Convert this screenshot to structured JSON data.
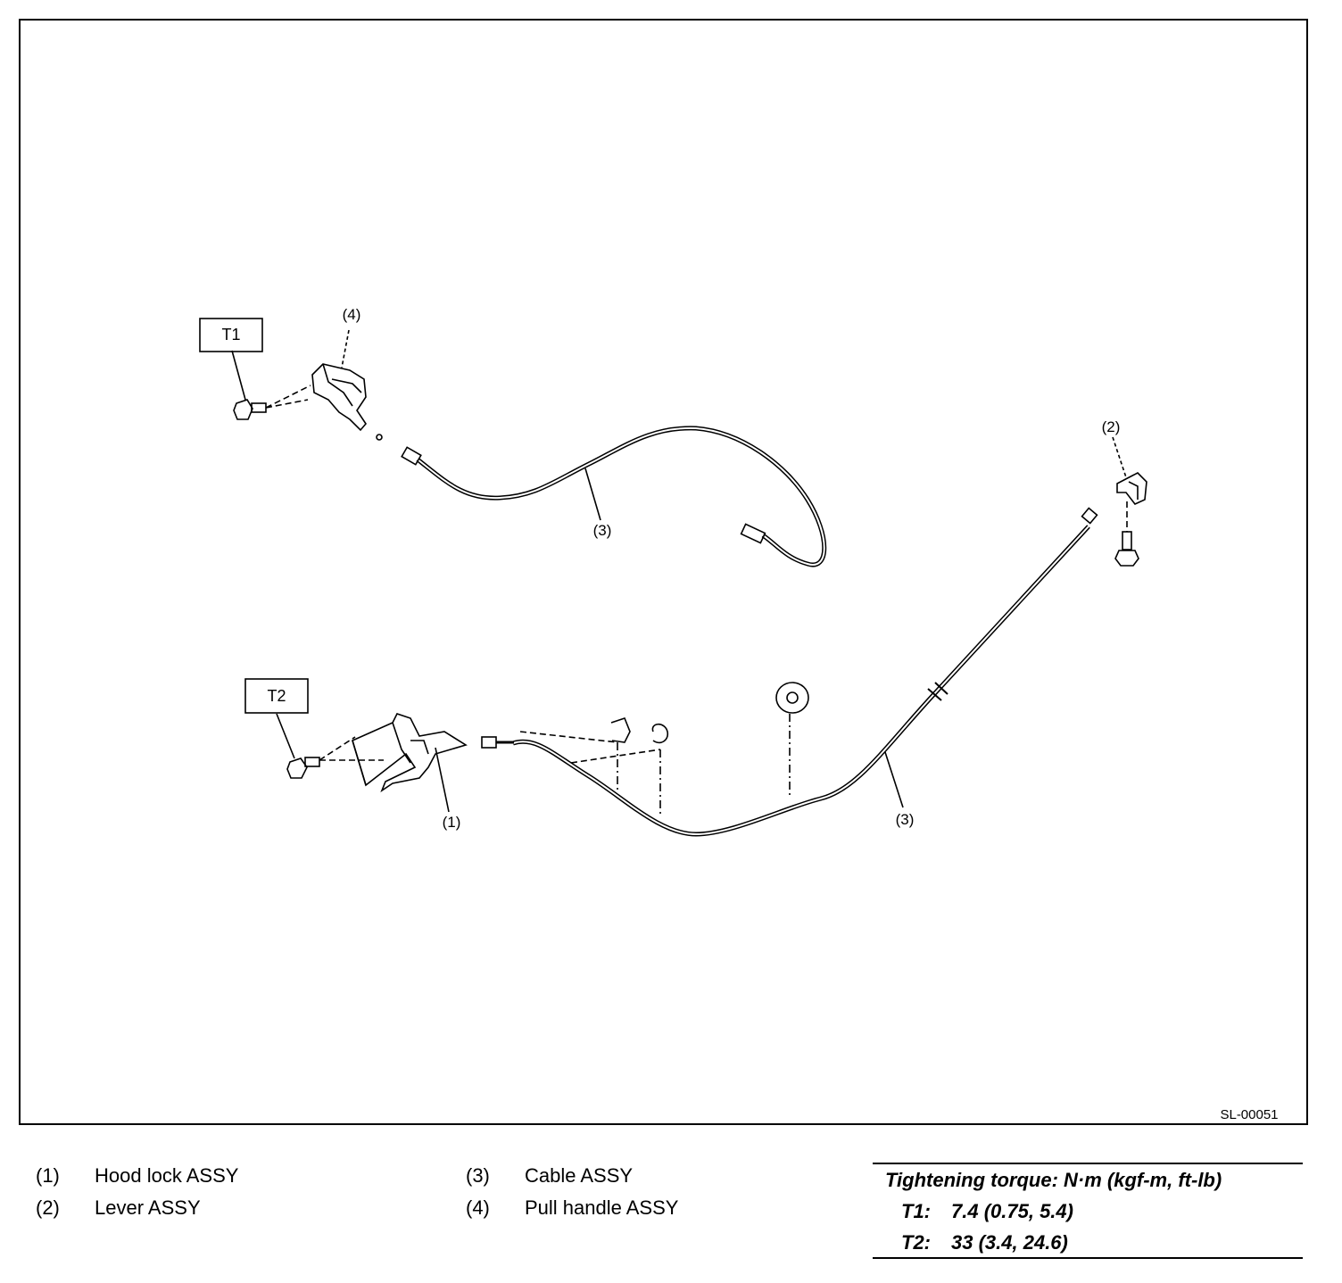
{
  "figure_id": "SL-00051",
  "callouts": {
    "c1": "(1)",
    "c2": "(2)",
    "c3a": "(3)",
    "c3b": "(3)",
    "c4": "(4)"
  },
  "torque_tags": {
    "t1": "T1",
    "t2": "T2"
  },
  "legend": [
    {
      "num": "(1)",
      "label": "Hood lock ASSY"
    },
    {
      "num": "(2)",
      "label": "Lever ASSY"
    },
    {
      "num": "(3)",
      "label": "Cable ASSY"
    },
    {
      "num": "(4)",
      "label": "Pull handle ASSY"
    }
  ],
  "torque_table": {
    "title": "Tightening torque: N·m (kgf-m, ft-lb)",
    "rows": [
      {
        "key": "T1:",
        "value": "7.4 (0.75, 5.4)"
      },
      {
        "key": "T2:",
        "value": "33 (3.4, 24.6)"
      }
    ]
  }
}
